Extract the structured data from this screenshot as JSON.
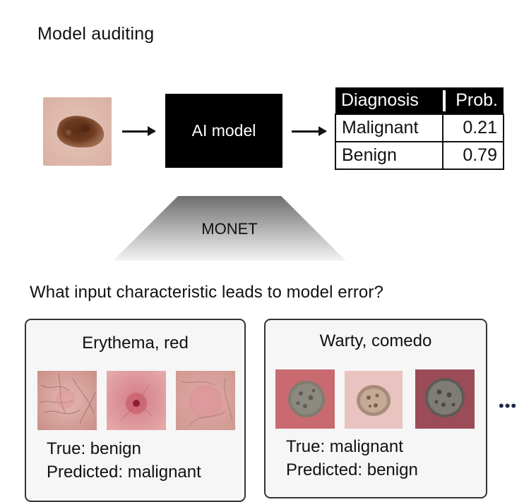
{
  "header": {
    "title": "Model auditing"
  },
  "pipeline": {
    "model_label": "AI model",
    "table": {
      "headers": [
        "Diagnosis",
        "Prob."
      ],
      "rows": [
        {
          "label": "Malignant",
          "value": "0.21"
        },
        {
          "label": "Benign",
          "value": "0.79"
        }
      ]
    }
  },
  "monet": {
    "label": "MONET"
  },
  "question": "What input characteristic leads to model error?",
  "panels": [
    {
      "title": "Erythema, red",
      "true_text": "True: benign",
      "pred_text": "Predicted: malignant"
    },
    {
      "title": "Warty, comedo",
      "true_text": "True: malignant",
      "pred_text": "Predicted: benign"
    }
  ],
  "more": "•••",
  "colors": {
    "accent": "#000000",
    "panel_bg": "#f6f6f6",
    "panel_border": "#333333",
    "dots": "#1e2a4a"
  }
}
